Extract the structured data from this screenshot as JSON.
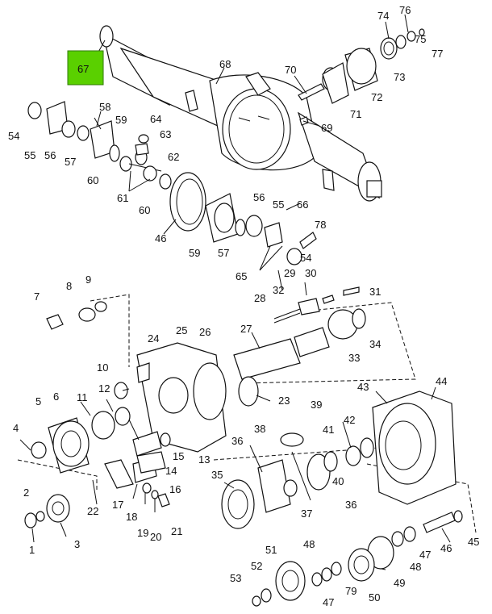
{
  "highlight": {
    "label": "67",
    "color": "#5ad000"
  },
  "callouts": [
    {
      "id": "c74",
      "label": "74"
    },
    {
      "id": "c76",
      "label": "76"
    },
    {
      "id": "c75",
      "label": "75"
    },
    {
      "id": "c77",
      "label": "77"
    },
    {
      "id": "c73",
      "label": "73"
    },
    {
      "id": "c72",
      "label": "72"
    },
    {
      "id": "c71",
      "label": "71"
    },
    {
      "id": "c70",
      "label": "70"
    },
    {
      "id": "c69",
      "label": "69"
    },
    {
      "id": "c68",
      "label": "68"
    },
    {
      "id": "c58",
      "label": "58"
    },
    {
      "id": "c59",
      "label": "59"
    },
    {
      "id": "c64",
      "label": "64"
    },
    {
      "id": "c63",
      "label": "63"
    },
    {
      "id": "c62",
      "label": "62"
    },
    {
      "id": "c54a",
      "label": "54"
    },
    {
      "id": "c55a",
      "label": "55"
    },
    {
      "id": "c56a",
      "label": "56"
    },
    {
      "id": "c57a",
      "label": "57"
    },
    {
      "id": "c60a",
      "label": "60"
    },
    {
      "id": "c61",
      "label": "61"
    },
    {
      "id": "c60b",
      "label": "60"
    },
    {
      "id": "c46",
      "label": "46"
    },
    {
      "id": "c59b",
      "label": "59"
    },
    {
      "id": "c57b",
      "label": "57"
    },
    {
      "id": "c56b",
      "label": "56"
    },
    {
      "id": "c55b",
      "label": "55"
    },
    {
      "id": "c66",
      "label": "66"
    },
    {
      "id": "c78",
      "label": "78"
    },
    {
      "id": "c54b",
      "label": "54"
    },
    {
      "id": "c65",
      "label": "65"
    },
    {
      "id": "c7",
      "label": "7"
    },
    {
      "id": "c8",
      "label": "8"
    },
    {
      "id": "c9",
      "label": "9"
    },
    {
      "id": "c29",
      "label": "29"
    },
    {
      "id": "c30",
      "label": "30"
    },
    {
      "id": "c31",
      "label": "31"
    },
    {
      "id": "c32",
      "label": "32"
    },
    {
      "id": "c28",
      "label": "28"
    },
    {
      "id": "c27",
      "label": "27"
    },
    {
      "id": "c24",
      "label": "24"
    },
    {
      "id": "c25",
      "label": "25"
    },
    {
      "id": "c26",
      "label": "26"
    },
    {
      "id": "c33",
      "label": "33"
    },
    {
      "id": "c34",
      "label": "34"
    },
    {
      "id": "c10",
      "label": "10"
    },
    {
      "id": "c23",
      "label": "23"
    },
    {
      "id": "c43",
      "label": "43"
    },
    {
      "id": "c44",
      "label": "44"
    },
    {
      "id": "c5",
      "label": "5"
    },
    {
      "id": "c6",
      "label": "6"
    },
    {
      "id": "c11",
      "label": "11"
    },
    {
      "id": "c12",
      "label": "12"
    },
    {
      "id": "c39",
      "label": "39"
    },
    {
      "id": "c38",
      "label": "38"
    },
    {
      "id": "c42",
      "label": "42"
    },
    {
      "id": "c41",
      "label": "41"
    },
    {
      "id": "c4",
      "label": "4"
    },
    {
      "id": "c15",
      "label": "15"
    },
    {
      "id": "c13",
      "label": "13"
    },
    {
      "id": "c14",
      "label": "14"
    },
    {
      "id": "c36a",
      "label": "36"
    },
    {
      "id": "c35",
      "label": "35"
    },
    {
      "id": "c16",
      "label": "16"
    },
    {
      "id": "c40",
      "label": "40"
    },
    {
      "id": "c36b",
      "label": "36"
    },
    {
      "id": "c37",
      "label": "37"
    },
    {
      "id": "c2",
      "label": "2"
    },
    {
      "id": "c17",
      "label": "17"
    },
    {
      "id": "c22",
      "label": "22"
    },
    {
      "id": "c18",
      "label": "18"
    },
    {
      "id": "c19",
      "label": "19"
    },
    {
      "id": "c20",
      "label": "20"
    },
    {
      "id": "c21",
      "label": "21"
    },
    {
      "id": "c3",
      "label": "3"
    },
    {
      "id": "c1",
      "label": "1"
    },
    {
      "id": "c45",
      "label": "45"
    },
    {
      "id": "c46b",
      "label": "46"
    },
    {
      "id": "c47a",
      "label": "47"
    },
    {
      "id": "c48a",
      "label": "48"
    },
    {
      "id": "c49",
      "label": "49"
    },
    {
      "id": "c50",
      "label": "50"
    },
    {
      "id": "c79",
      "label": "79"
    },
    {
      "id": "c48b",
      "label": "48"
    },
    {
      "id": "c51",
      "label": "51"
    },
    {
      "id": "c47b",
      "label": "47"
    },
    {
      "id": "c52",
      "label": "52"
    },
    {
      "id": "c53",
      "label": "53"
    }
  ]
}
